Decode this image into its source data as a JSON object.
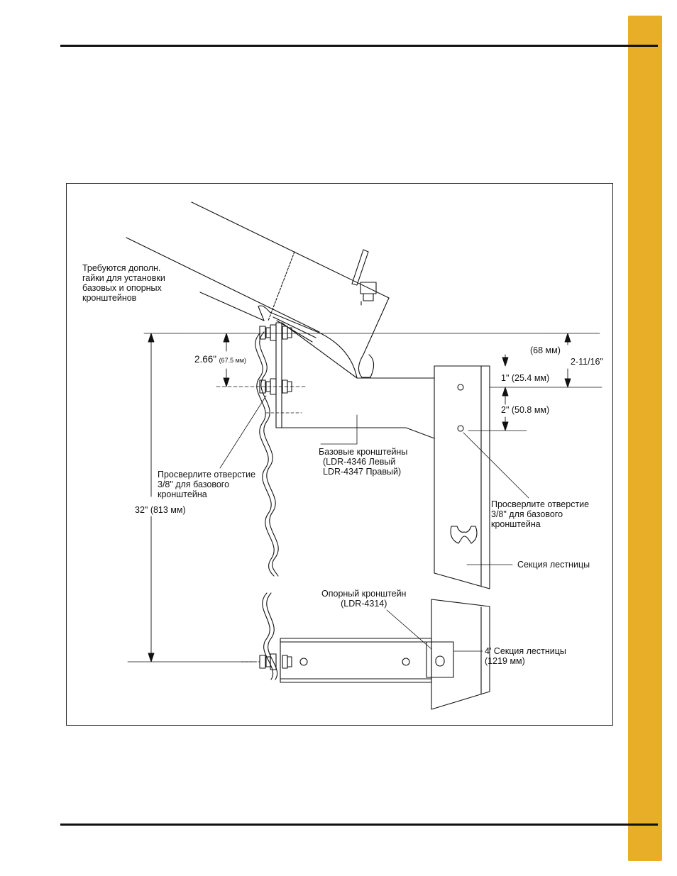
{
  "colors": {
    "tab": "#E8AE27",
    "ink": "#111111"
  },
  "labels": {
    "nuts_note": [
      "Требуются дополн.",
      "гайки для установки",
      "базовых и опорных",
      "кронштейнов"
    ],
    "dim_266_main": "2.66\"",
    "dim_266_mm": "(67.5 мм)",
    "drill_left": [
      "Просверлите отверстие",
      "3/8\" для базового",
      "кронштейна"
    ],
    "dim_32": "32\" (813 мм)",
    "base_brackets": [
      "Базовые кронштейны",
      "(LDR-4346 Левый",
      "LDR-4347  Правый)"
    ],
    "dim_68mm": "(68 мм)",
    "dim_2_11_16": "2-11/16\"",
    "dim_1in": "1\" (25.4 мм)",
    "dim_2in": "2\" (50.8 мм)",
    "drill_right": [
      "Просверлите отверстие",
      "3/8\" для базового",
      "кронштейна"
    ],
    "ladder_section": "Секция лестницы",
    "support_bracket": [
      "Опорный кронштейн",
      "(LDR-4314)"
    ],
    "ladder_4ft": [
      "4' Секция лестницы",
      "(1219 мм)"
    ]
  }
}
